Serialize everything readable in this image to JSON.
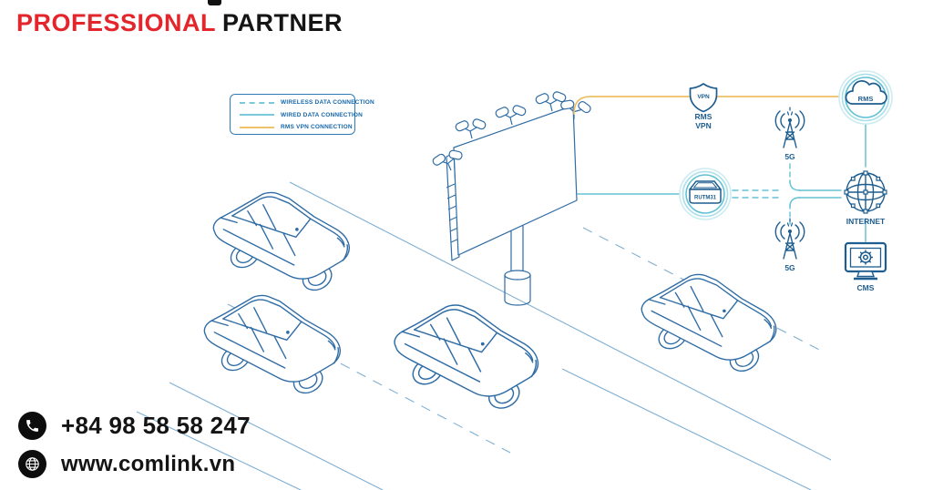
{
  "header": {
    "brand_red": "PROFESSIONAL",
    "brand_dark": "PARTNER"
  },
  "legend": {
    "items": [
      {
        "label": "WIRELESS DATA CONNECTION",
        "style": "dashed",
        "color": "#79cbda"
      },
      {
        "label": "WIRED DATA CONNECTION",
        "style": "solid",
        "color": "#79cbda"
      },
      {
        "label": "RMS VPN CONNECTION",
        "style": "solid",
        "color": "#f0c26a"
      }
    ]
  },
  "diagram": {
    "vpn_shield": "VPN",
    "vpn_caption_1": "RMS",
    "vpn_caption_2": "VPN",
    "router": "RUTM31",
    "cloud": "RMS",
    "tower_top": "5G",
    "tower_bottom": "5G",
    "internet": "INTERNET",
    "cms": "CMS"
  },
  "contact": {
    "phone": "+84 98 58 58 247",
    "website": "www.comlink.vn"
  },
  "colors": {
    "accent_red": "#e3262c",
    "line_teal": "#65c2d5",
    "line_yellow": "#eec068",
    "icon_blue": "#1d5d8f",
    "art_blue": "#2f6ca5",
    "road_blue": "#7fafd3"
  }
}
